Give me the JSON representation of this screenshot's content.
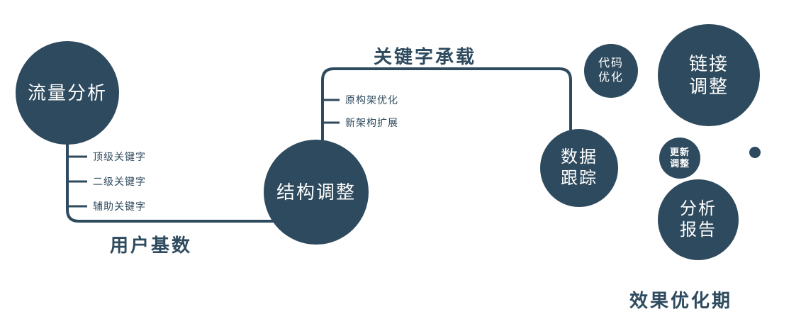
{
  "colors": {
    "primary": "#2e4a5e",
    "node_text": "#ffffff",
    "background": "#ffffff"
  },
  "nodes": {
    "traffic_analysis": {
      "label": "流量分析"
    },
    "structure_adjustment": {
      "label": "结构调整"
    },
    "data_tracking": {
      "label": "数据\n跟踪"
    },
    "code_optimization": {
      "label": "代码\n优化"
    },
    "link_adjustment": {
      "label": "链接\n调整"
    },
    "update_adjustment": {
      "label": "更新\n调整"
    },
    "analysis_report": {
      "label": "分析\n报告"
    }
  },
  "edge_labels": {
    "user_base": "用户基数",
    "keyword_carry": "关键字承载"
  },
  "branches": {
    "traffic": [
      "顶级关键字",
      "二级关键字",
      "辅助关键字"
    ],
    "structure": [
      "原构架优化",
      "新架构扩展"
    ]
  },
  "caption": "效果优化期"
}
